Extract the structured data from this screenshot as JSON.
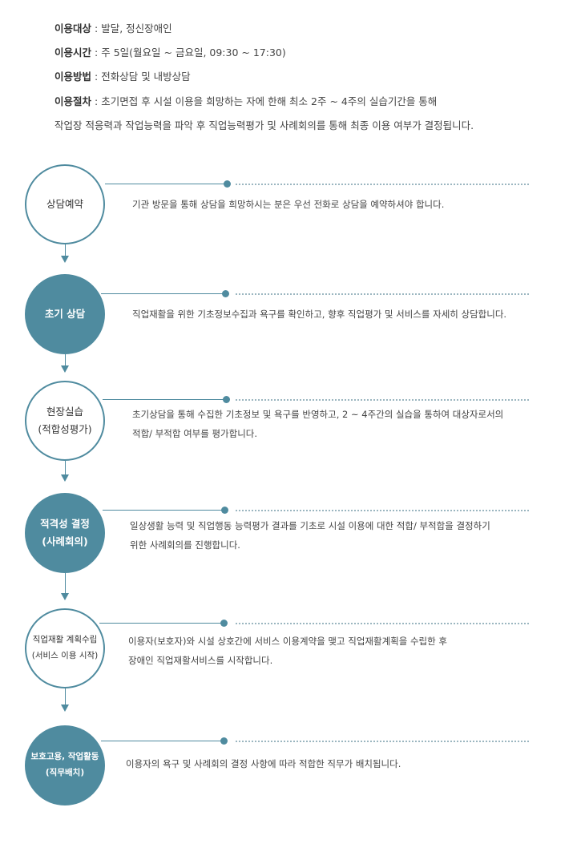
{
  "info": [
    {
      "label": "이용대상",
      "value": "발달, 정신장애인"
    },
    {
      "label": "이용시간",
      "value": "주 5일(월요일 ~ 금요일, 09:30 ~ 17:30)"
    },
    {
      "label": "이용방법",
      "value": "전화상담 및 내방상담"
    },
    {
      "label": "이용절차",
      "value": "초기면접 후 시설 이용을 희망하는 자에 한해 최소 2주 ~ 4주의 실습기간을 통해"
    }
  ],
  "info_continuation": "작업장 적응력과 작업능력을 파악 후 직업능력평가 및 사례회의를 통해 최종 이용 여부가 결정됩니다.",
  "steps": [
    {
      "title": [
        "상담예약"
      ],
      "desc": [
        "기관 방문을 통해 상담을 희망하시는 분은 우선 전화로 상담을 예약하셔야 합니다."
      ]
    },
    {
      "title": [
        "초기 상담"
      ],
      "desc": [
        "직업재활을 위한 기초정보수집과 욕구를 확인하고, 향후 직업평가 및 서비스를 자세히 상담합니다."
      ]
    },
    {
      "title": [
        "현장실습",
        "(적합성평가)"
      ],
      "desc": [
        "초기상담을 통해 수집한 기초정보 및 욕구를 반영하고, 2 ~ 4주간의 실습을 통하여 대상자로서의",
        "적합/ 부적합 여부를 평가합니다."
      ]
    },
    {
      "title": [
        "적격성 결정",
        "(사례회의)"
      ],
      "desc": [
        "일상생활 능력 및 직업행동 능력평가 결과를 기초로 시설 이용에 대한 적합/ 부적합을 결정하기",
        "위한 사례회의를 진행합니다."
      ]
    },
    {
      "title": [
        "직업재활 계획수립",
        "(서비스 이용 시작)"
      ],
      "desc": [
        "이용자(보호자)와 시설 상호간에 서비스 이용계약을 맺고 직업재활계획을 수립한 후",
        "장애인 직업재활서비스를 시작합니다."
      ]
    },
    {
      "title": [
        "보호고용, 작업활동",
        "(직무배치)"
      ],
      "desc": [
        "이용자의 욕구 및 사례회의 결정 사항에 따라 적합한 직무가 배치됩니다."
      ]
    }
  ]
}
